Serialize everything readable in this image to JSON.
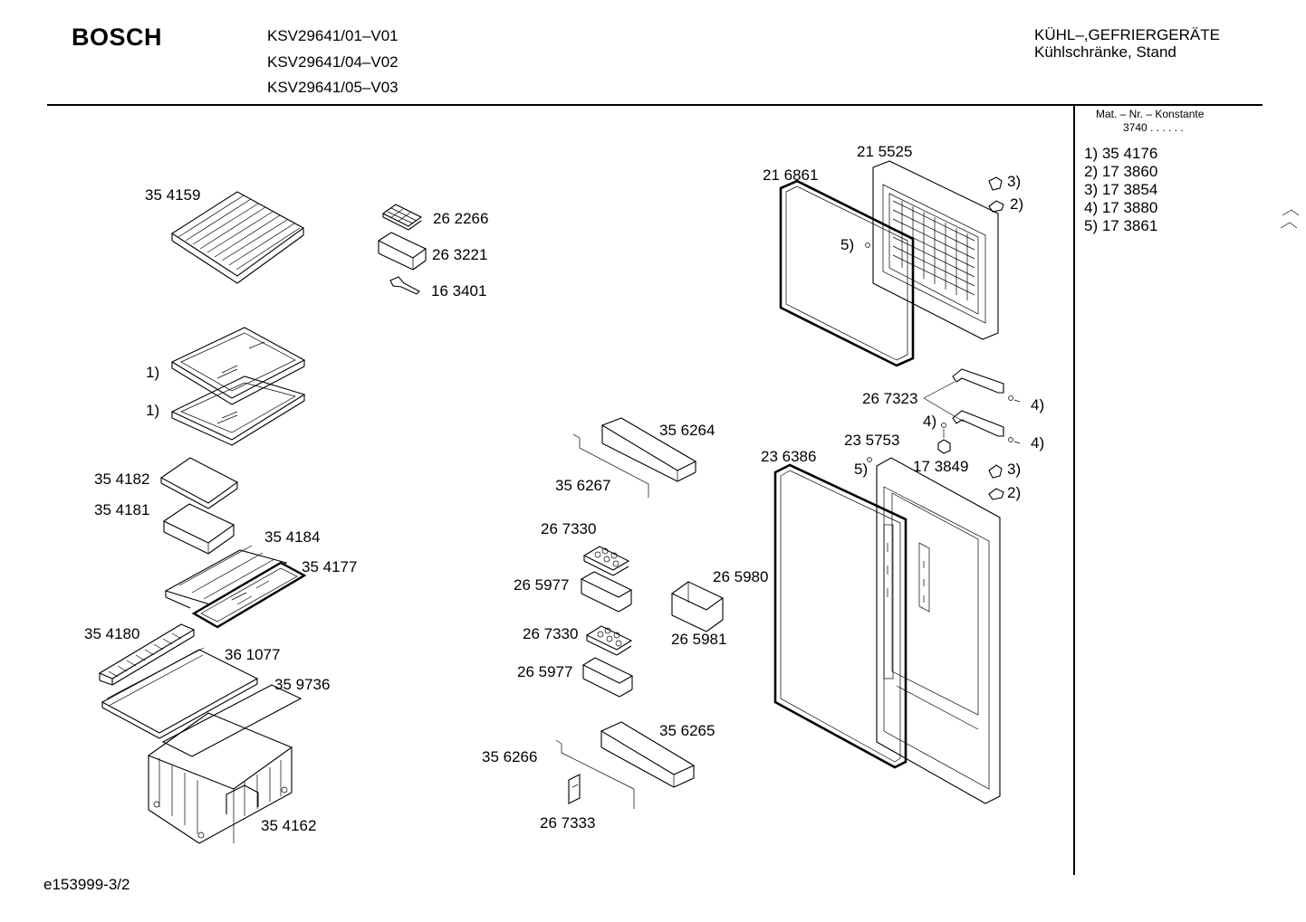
{
  "header": {
    "brand": "BOSCH",
    "models": [
      "KSV29641/01–V01",
      "KSV29641/04–V02",
      "KSV29641/05–V03"
    ],
    "category_line1": "KÜHL–,GEFRIERGERÄTE",
    "category_line2": "Kühlschränke, Stand"
  },
  "sidebar": {
    "konstante_label": "Mat. – Nr. – Konstante",
    "konstante_value": "3740  .  .  .  .  .  .",
    "notes": [
      "1)  35 4176",
      "2)  17 3860",
      "3)  17 3854",
      "4)  17 3880",
      "5)  17 3861"
    ]
  },
  "labels": {
    "l354159": "35 4159",
    "l262266": "26 2266",
    "l263221": "26 3221",
    "l163401": "16 3401",
    "ref1a": "1)",
    "ref1b": "1)",
    "l354182": "35 4182",
    "l354181": "35 4181",
    "l354184": "35 4184",
    "l354177": "35 4177",
    "l354180": "35 4180",
    "l361077": "36 1077",
    "l359736": "35 9736",
    "l354162": "35 4162",
    "l356264": "35 6264",
    "l356267": "35 6267",
    "l267330a": "26 7330",
    "l265977a": "26 5977",
    "l265980": "26 5980",
    "l267330b": "26 7330",
    "l265981": "26 5981",
    "l265977b": "26 5977",
    "l356265": "35 6265",
    "l356266": "35 6266",
    "l267333": "26 7333",
    "l215525": "21 5525",
    "l216861": "21 6861",
    "ref3a": "3)",
    "ref2a": "2)",
    "ref5a": "5)",
    "l267323": "26 7323",
    "ref4a": "4)",
    "ref4b": "4)",
    "ref4c": "4)",
    "l235753": "23 5753",
    "l236386": "23 6386",
    "ref5b": "5)",
    "l173849": "17 3849",
    "ref3b": "3)",
    "ref2b": "2)"
  },
  "footer": {
    "code": "e153999-3/2"
  }
}
